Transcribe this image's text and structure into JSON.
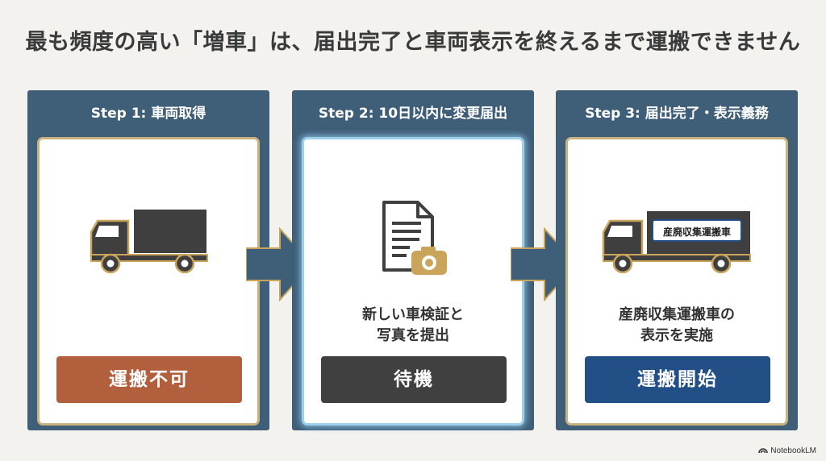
{
  "title": "最も頻度の高い「増車」は、届出完了と車両表示を終えるまで運搬できません",
  "steps": [
    {
      "header": "Step 1: 車両取得",
      "description_line1": "",
      "description_line2": "",
      "status": "運搬不可",
      "status_color": "#b25f3e",
      "icon": "truck-icon"
    },
    {
      "header": "Step 2: 10日以内に変更届出",
      "description_line1": "新しい車検証と",
      "description_line2": "写真を提出",
      "status": "待機",
      "status_color": "#404040",
      "icon": "document-camera-icon"
    },
    {
      "header": "Step 3: 届出完了・表示義務",
      "description_line1": "産廃収集運搬車の",
      "description_line2": "表示を実施",
      "status": "運搬開始",
      "status_color": "#214f86",
      "icon": "labeled-truck-icon",
      "truck_label": "産廃収集運搬車"
    }
  ],
  "colors": {
    "panel": "#3f5e78",
    "card_border": "#c9b27e",
    "arrow": "#3f5e78",
    "truck": "#3f3f3f",
    "accent": "#c9a45a"
  },
  "footer": {
    "brand": "NotebookLM"
  }
}
